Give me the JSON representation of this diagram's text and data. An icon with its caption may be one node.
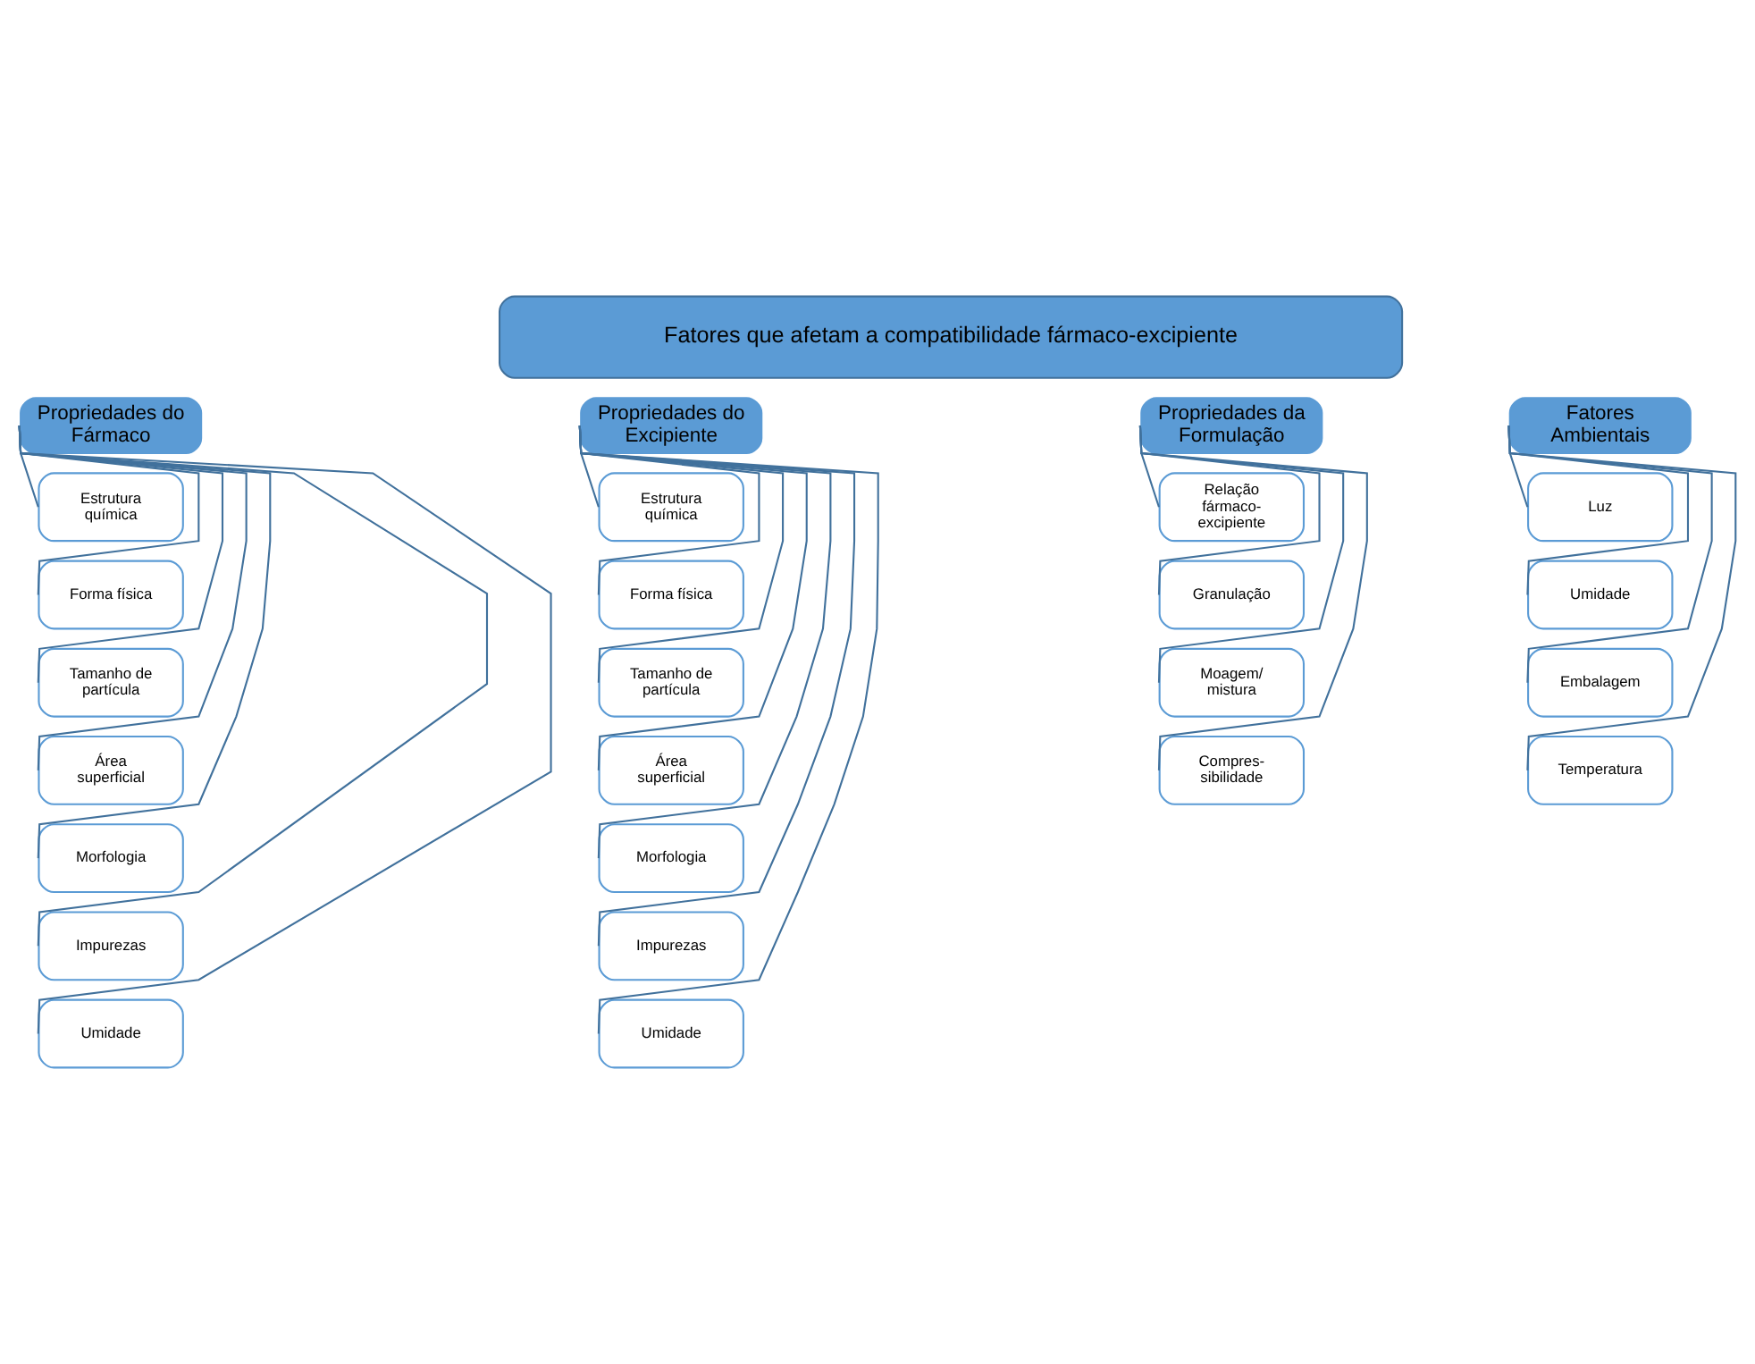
{
  "diagram": {
    "nodes": [
      {
        "text": [
          "Fatores que afetam a compatibilidade fármaco-excipiente"
        ]
      },
      {
        "text": [
          "Propriedades do Fármaco"
        ]
      },
      {
        "text": [
          "Estrutura química"
        ]
      },
      {
        "text": [
          "Forma física"
        ]
      },
      {
        "text": [
          "Tamanho de partícula"
        ]
      },
      {
        "text": [
          "Área superficial"
        ]
      },
      {
        "text": [
          "Morfologia"
        ]
      },
      {
        "text": [
          "Impurezas"
        ]
      },
      {
        "text": [
          "Umidade"
        ]
      },
      {
        "text": [
          "Propriedades do Excipiente"
        ]
      },
      {
        "text": [
          "Estrutura química"
        ]
      },
      {
        "text": [
          "Forma física"
        ]
      },
      {
        "text": [
          "Tamanho de partícula"
        ]
      },
      {
        "text": [
          "Área superficial"
        ]
      },
      {
        "text": [
          "Morfologia"
        ]
      },
      {
        "text": [
          "Impurezas"
        ]
      },
      {
        "text": [
          "Umidade"
        ]
      },
      {
        "text": [
          "Propriedades da Formulação"
        ]
      },
      {
        "text": [
          "Relação fármaco- excipiente"
        ]
      },
      {
        "text": [
          "Granulação"
        ]
      },
      {
        "text": [
          "Moagem/ mistura"
        ]
      },
      {
        "text": [
          "Compres- sibilidade"
        ]
      },
      {
        "text": [
          "Fatores Ambientais"
        ]
      },
      {
        "text": [
          "Luz"
        ]
      },
      {
        "text": [
          "Umidade"
        ]
      },
      {
        "text": [
          "Embalagem"
        ]
      },
      {
        "text": [
          "Temperatura"
        ]
      }
    ],
    "edges": [
      {
        "from": 1,
        "to": 2,
        "arrow": "none"
      },
      {
        "from": 1,
        "to": 3,
        "arrow": "none"
      },
      {
        "from": 1,
        "to": 4,
        "arrow": "none"
      },
      {
        "from": 1,
        "to": 5,
        "arrow": "none"
      },
      {
        "from": 1,
        "to": 6,
        "arrow": "none"
      },
      {
        "from": 1,
        "to": 7,
        "arrow": "none"
      },
      {
        "from": 1,
        "to": 8,
        "arrow": "none"
      },
      {
        "from": 9,
        "to": 10,
        "arrow": "none"
      },
      {
        "from": 9,
        "to": 11,
        "arrow": "none"
      },
      {
        "from": 9,
        "to": 12,
        "arrow": "none"
      },
      {
        "from": 9,
        "to": 13,
        "arrow": "none"
      },
      {
        "from": 9,
        "to": 14,
        "arrow": "none"
      },
      {
        "from": 9,
        "to": 15,
        "arrow": "none"
      },
      {
        "from": 9,
        "to": 16,
        "arrow": "none"
      },
      {
        "from": 17,
        "to": 18,
        "arrow": "none"
      },
      {
        "from": 17,
        "to": 19,
        "arrow": "none"
      },
      {
        "from": 17,
        "to": 20,
        "arrow": "none"
      },
      {
        "from": 17,
        "to": 21,
        "arrow": "none"
      },
      {
        "from": 22,
        "to": 23,
        "arrow": "none"
      },
      {
        "from": 22,
        "to": 24,
        "arrow": "none"
      },
      {
        "from": 22,
        "to": 25,
        "arrow": "none"
      },
      {
        "from": 22,
        "to": 26,
        "arrow": "none"
      }
    ]
  }
}
